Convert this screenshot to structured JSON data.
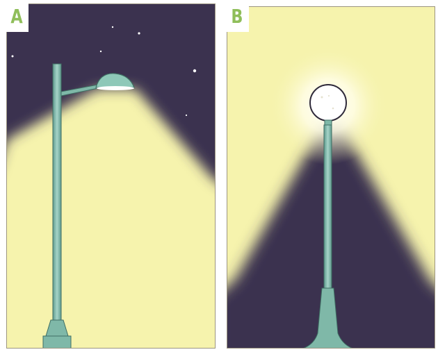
{
  "panels": [
    {
      "id": "A",
      "label": "A",
      "lamp": "cutoff-streetlight",
      "colors": {
        "sky": "#3a3350",
        "light": "#f6f3ad",
        "pole": "#7fb8a8"
      }
    },
    {
      "id": "B",
      "label": "B",
      "lamp": "globe-streetlight",
      "colors": {
        "sky": "#3a3350",
        "light": "#f6f3ad",
        "pole": "#7fb8a8"
      }
    }
  ]
}
